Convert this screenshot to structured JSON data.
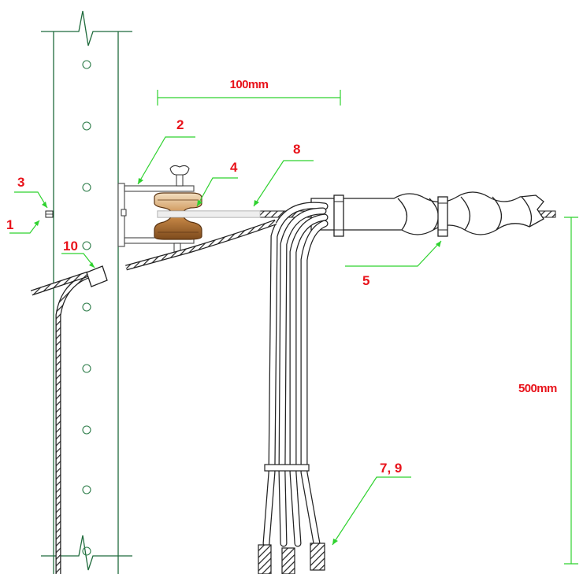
{
  "dimensions": {
    "horizontal": "100mm",
    "vertical": "500mm"
  },
  "callouts": [
    {
      "id": "1",
      "text": "1"
    },
    {
      "id": "2",
      "text": "2"
    },
    {
      "id": "3",
      "text": "3"
    },
    {
      "id": "4",
      "text": "4"
    },
    {
      "id": "5",
      "text": "5"
    },
    {
      "id": "7-9",
      "text": "7, 9"
    },
    {
      "id": "8",
      "text": "8"
    },
    {
      "id": "10",
      "text": "10"
    }
  ],
  "colors": {
    "label": "#e8131b",
    "leader": "#2fd22f",
    "pole": "#1f6b3c",
    "insulator": "#a8672a"
  }
}
